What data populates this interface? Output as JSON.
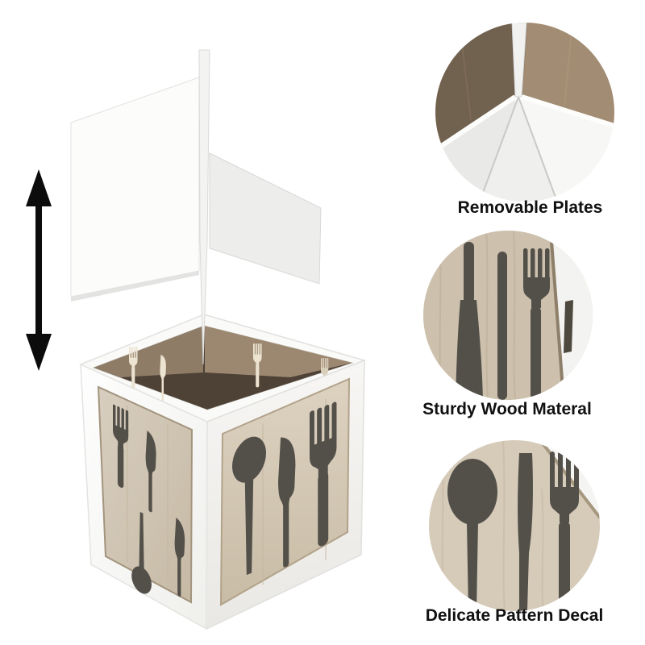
{
  "page": {
    "background": "#ffffff"
  },
  "callouts": [
    {
      "id": "removable-plates",
      "label": "Removable Plates"
    },
    {
      "id": "sturdy-wood-material",
      "label": "Sturdy Wood Materal"
    },
    {
      "id": "delicate-pattern-decal",
      "label": "Delicate Pattern Decal"
    }
  ],
  "icons": [
    "double-arrow-icon",
    "fork-icon",
    "knife-icon",
    "spoon-icon",
    "divider-plates",
    "utensil-box"
  ],
  "colors": {
    "background": "#ffffff",
    "label_text": "#111111",
    "arrow": "#0c0c0c",
    "silhouette": "#53504a",
    "silhouette_light": "#ece3d1",
    "wood": "#d3c8b5",
    "wood_dark": "#b9ab94",
    "interior_dark": "#5a4c3e",
    "frame_white": "#f7f7f5"
  }
}
